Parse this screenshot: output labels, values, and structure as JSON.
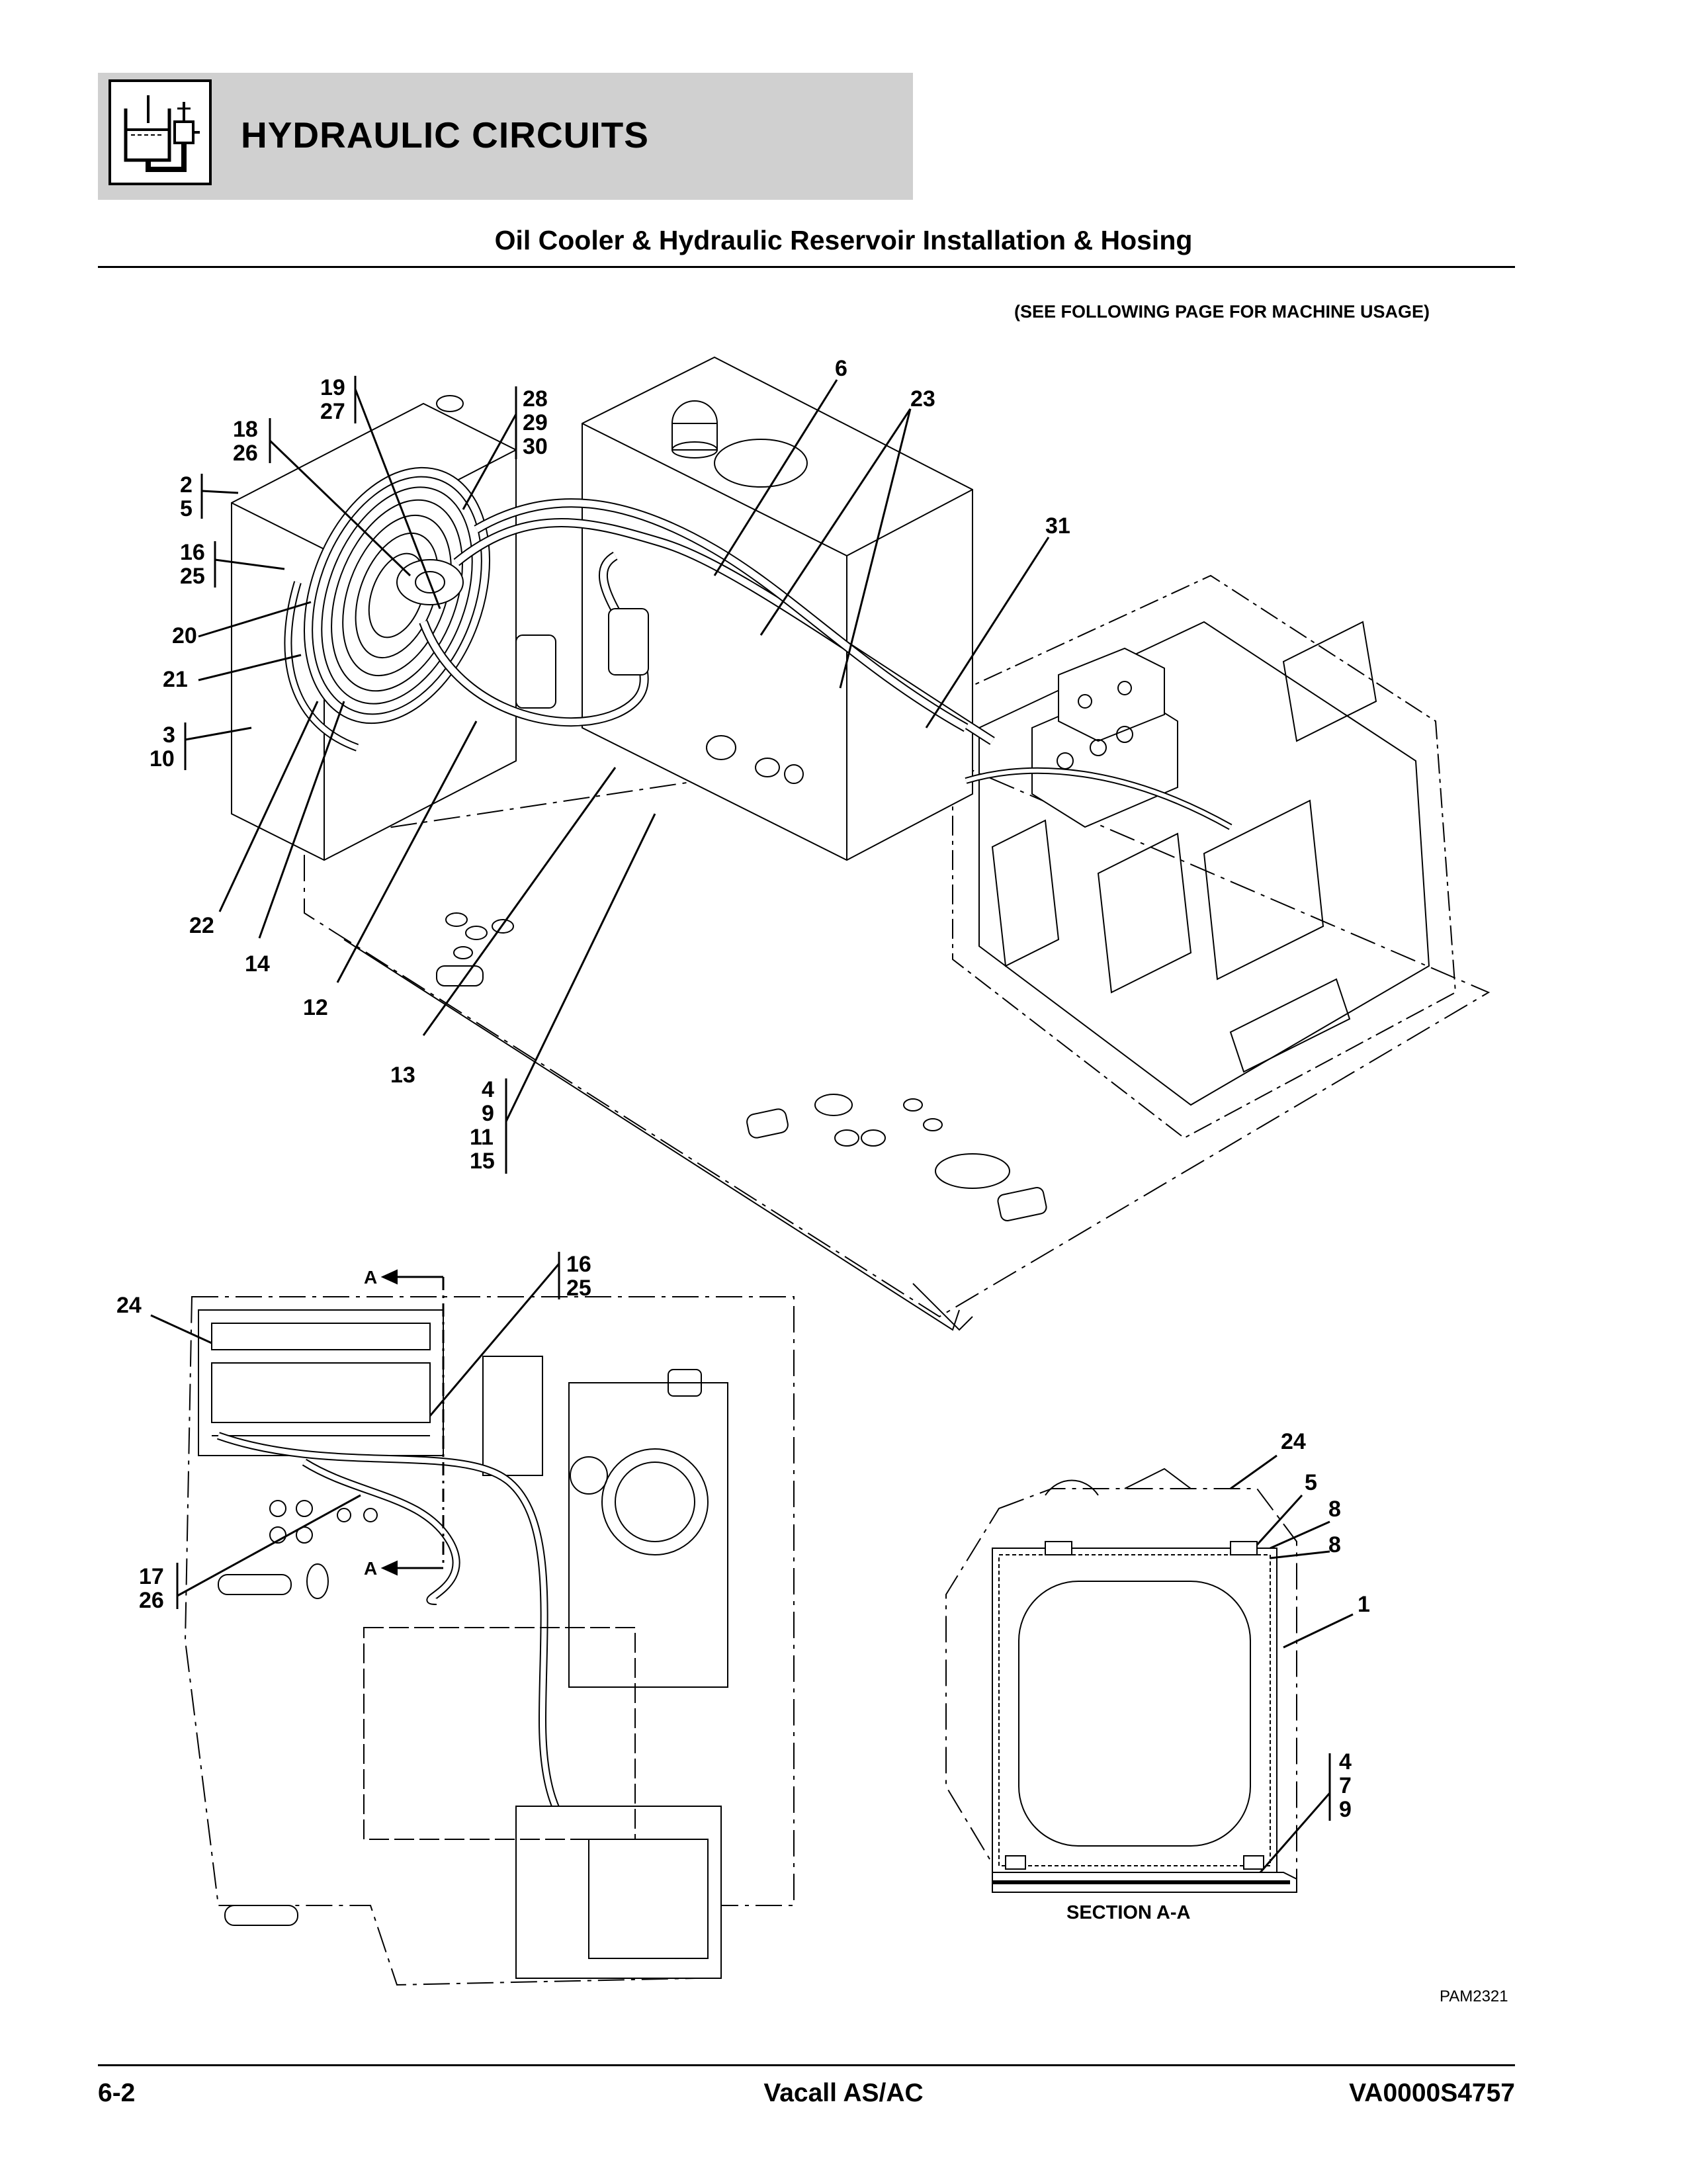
{
  "header": {
    "section_title": "HYDRAULIC CIRCUITS",
    "icon": "hydraulic-circuit-icon",
    "band_color": "#d0d0d0"
  },
  "page_title": "Oil Cooler & Hydraulic Reservoir Installation & Hosing",
  "usage_note": "(SEE FOLLOWING PAGE FOR MACHINE USAGE)",
  "main_view": {
    "callouts": {
      "c19_27": [
        "19",
        "27"
      ],
      "c28_30": [
        "28",
        "29",
        "30"
      ],
      "c18_26": [
        "18",
        "26"
      ],
      "c2_5": [
        "2",
        "5"
      ],
      "c16_25": [
        "16",
        "25"
      ],
      "c20": "20",
      "c21": "21",
      "c3_10": [
        "3",
        "10"
      ],
      "c22": "22",
      "c14": "14",
      "c12": "12",
      "c13": "13",
      "c4_15": [
        "4",
        "9",
        "11",
        "15"
      ],
      "c6": "6",
      "c23": "23",
      "c31": "31"
    }
  },
  "plan_view": {
    "callouts": {
      "c24": "24",
      "c16_25": [
        "16",
        "25"
      ],
      "c17_26": [
        "17",
        "26"
      ]
    },
    "section_marker": "A"
  },
  "section_view": {
    "label": "SECTION A-A",
    "callouts": {
      "c24": "24",
      "c5": "5",
      "c8a": "8",
      "c8b": "8",
      "c1": "1",
      "c4_9": [
        "4",
        "7",
        "9"
      ]
    }
  },
  "figure_id": "PAM2321",
  "footer": {
    "page_number": "6-2",
    "model": "Vacall AS/AC",
    "doc_code": "VA0000S4757"
  }
}
